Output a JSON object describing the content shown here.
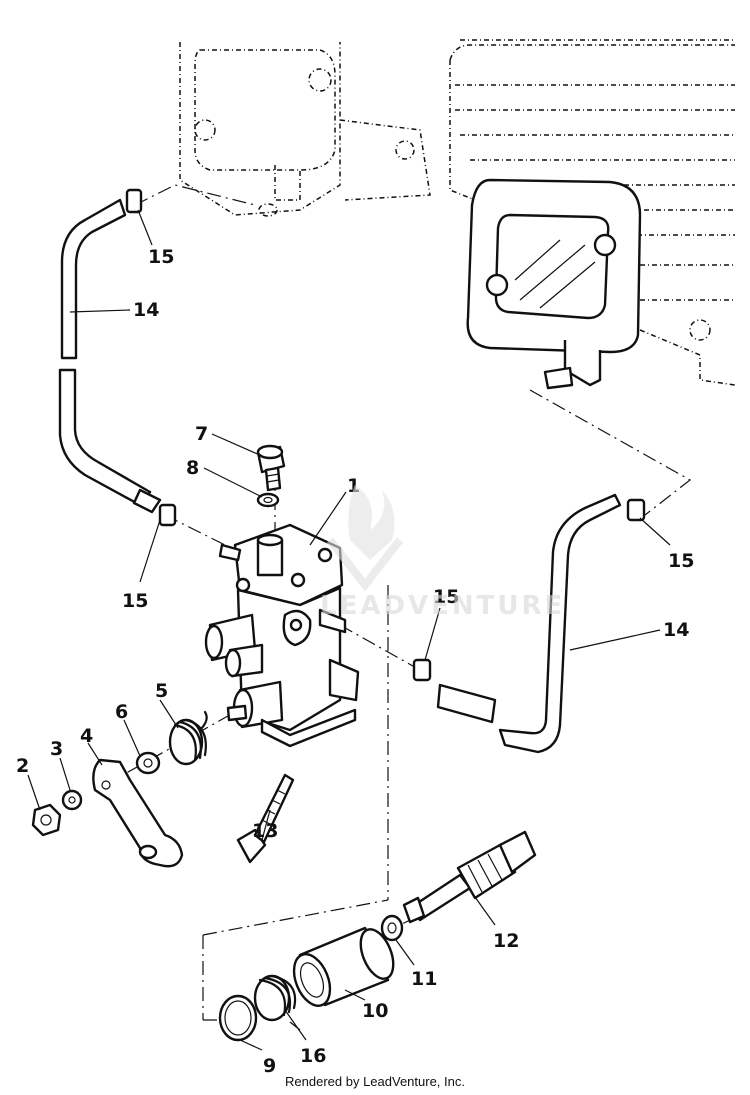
{
  "callouts": {
    "c1": "1",
    "c2": "2",
    "c3": "3",
    "c4": "4",
    "c5": "5",
    "c6": "6",
    "c7": "7",
    "c8": "8",
    "c9": "9",
    "c10": "10",
    "c11": "11",
    "c12": "12",
    "c13": "13",
    "c14a": "14",
    "c14b": "14",
    "c15a": "15",
    "c15b": "15",
    "c15c": "15",
    "c15d": "15",
    "c16": "16"
  },
  "watermark": "LEADVENTURE",
  "footer": "Rendered by LeadVenture, Inc."
}
